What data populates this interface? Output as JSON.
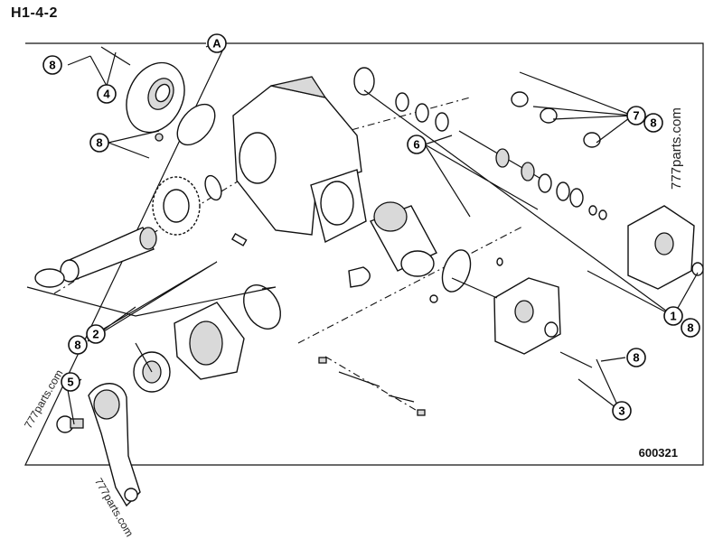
{
  "page_code": "H1-4-2",
  "drawing_number": "600321",
  "view_label": "A",
  "watermarks": [
    "777parts.com",
    "777parts.com",
    "777parts.com"
  ],
  "callouts": {
    "c1": "1",
    "c2": "2",
    "c3": "3",
    "c4": "4",
    "c5": "5",
    "c6": "6",
    "c7": "7",
    "c8a": "8",
    "c8b": "8",
    "c8c": "8",
    "c8d": "8",
    "c8e": "8",
    "c8f": "8"
  }
}
